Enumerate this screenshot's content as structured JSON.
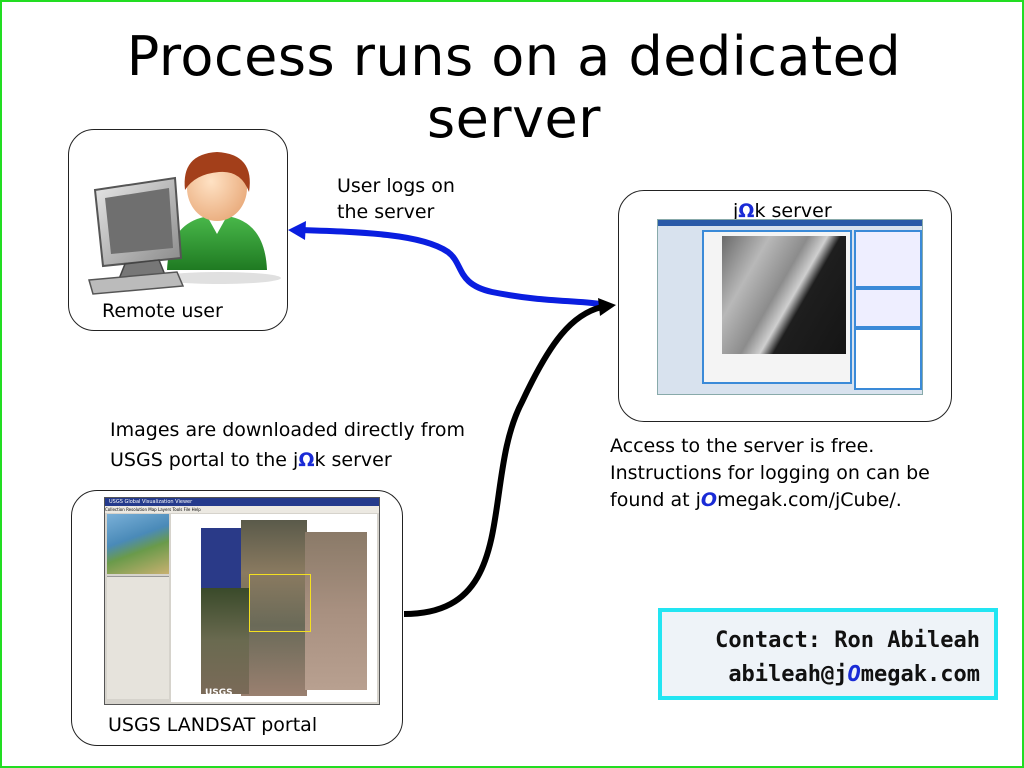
{
  "title": {
    "line1": "Process runs on a dedicated",
    "line2": "server"
  },
  "remote_user": {
    "label": "Remote user"
  },
  "server": {
    "label_pre": "j",
    "label_omega": "Ω",
    "label_post": "k server"
  },
  "arrow_label": {
    "line1": "User logs on",
    "line2": "the server"
  },
  "images_note": {
    "line1": "Images are downloaded directly from",
    "line2_pre": "USGS portal to the  j",
    "line2_omega": "Ω",
    "line2_post": "k server"
  },
  "access_note": {
    "line1": "Access to the server is free.",
    "line2": "Instructions for logging on can be",
    "line3_pre": "found at j",
    "line3_omega": "O",
    "line3_post": "megak.com/jCube/."
  },
  "portal": {
    "label": "USGS LANDSAT portal",
    "window_title": "USGS Global Visualization Viewer",
    "menu": [
      "Collection",
      "Resolution",
      "Map Layers",
      "Tools",
      "File",
      "Help"
    ],
    "logo": "USGS"
  },
  "contact": {
    "line1": "Contact: Ron Abileah",
    "line2_pre": "abileah@j",
    "line2_omega": "O",
    "line2_post": "megak.com"
  },
  "colors": {
    "border": "#22dd22",
    "arrow_blue": "#0a1ee0",
    "arrow_black": "#000000",
    "omega": "#1a2bd6",
    "contact_border": "#22e5f2"
  }
}
